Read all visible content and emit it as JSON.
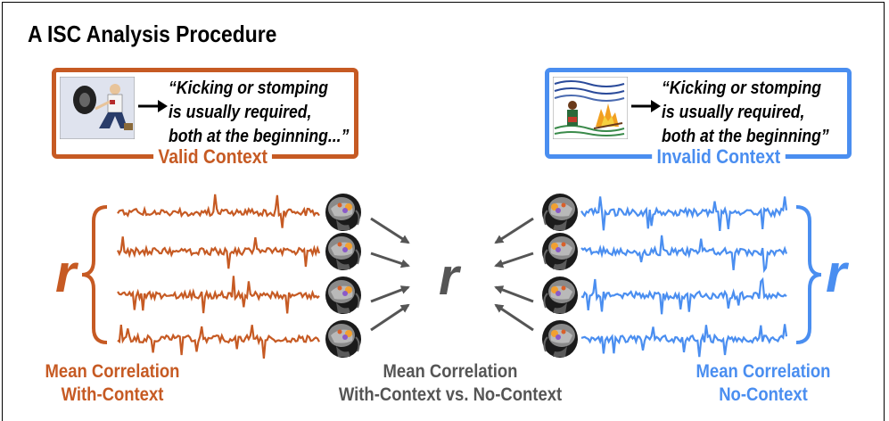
{
  "panel": {
    "letter": "A",
    "title": "A  ISC Analysis Procedure"
  },
  "valid_context": {
    "label": "Valid Context",
    "quote_lines": [
      "“Kicking or stomping",
      "is usually required,",
      "both at the beginning...”"
    ],
    "color": "#c65a23"
  },
  "invalid_context": {
    "label": "Invalid Context",
    "quote_lines": [
      "“Kicking or stomping",
      "is usually required,",
      "both at the beginning”"
    ],
    "color": "#4a8ef0"
  },
  "r_symbols": {
    "left": "r",
    "center": "r",
    "right": "r"
  },
  "labels": {
    "left_line1": "Mean Correlation",
    "left_line2": "With-Context",
    "mid_line1": "Mean Correlation",
    "mid_line2": "With-Context vs. No-Context",
    "right_line1": "Mean Correlation",
    "right_line2": "No-Context"
  },
  "colors": {
    "valid": "#c65a23",
    "invalid": "#4a8ef0",
    "center": "#555555",
    "arrow": "#555555"
  },
  "icons": {
    "brain": "brain-mri-icon",
    "thumb_valid": "man-with-tire-illustration",
    "thumb_invalid": "campfire-illustration"
  },
  "timeseries_count_per_group": 4
}
